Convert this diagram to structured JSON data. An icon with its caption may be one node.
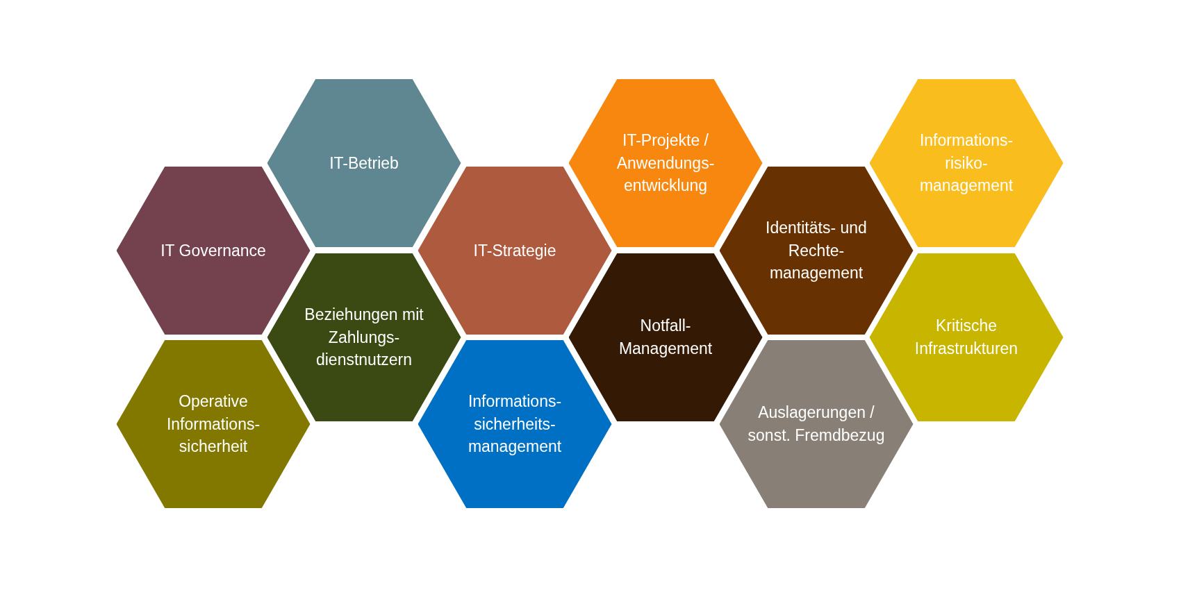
{
  "diagram": {
    "nodes": [
      {
        "text": [
          "IT Governance"
        ]
      },
      {
        "text": [
          "Operative Informations- sicherheit"
        ]
      },
      {
        "text": [
          "IT-Betrieb"
        ]
      },
      {
        "text": [
          "Beziehungen mit Zahlungs- dienstnutzern"
        ]
      },
      {
        "text": [
          "IT-Strategie"
        ]
      },
      {
        "text": [
          "Informations- sicherheits- management"
        ]
      },
      {
        "text": [
          "IT-Projekte / Anwendungs- entwicklung"
        ]
      },
      {
        "text": [
          "Notfall- Management"
        ]
      },
      {
        "text": [
          "Identitäts- und Rechte- management"
        ]
      },
      {
        "text": [
          "Auslagerungen / sonst. Fremdbezug"
        ]
      },
      {
        "text": [
          "Informations- risiko- management"
        ]
      },
      {
        "text": [
          "Kritische Infrastrukturen"
        ]
      }
    ]
  }
}
